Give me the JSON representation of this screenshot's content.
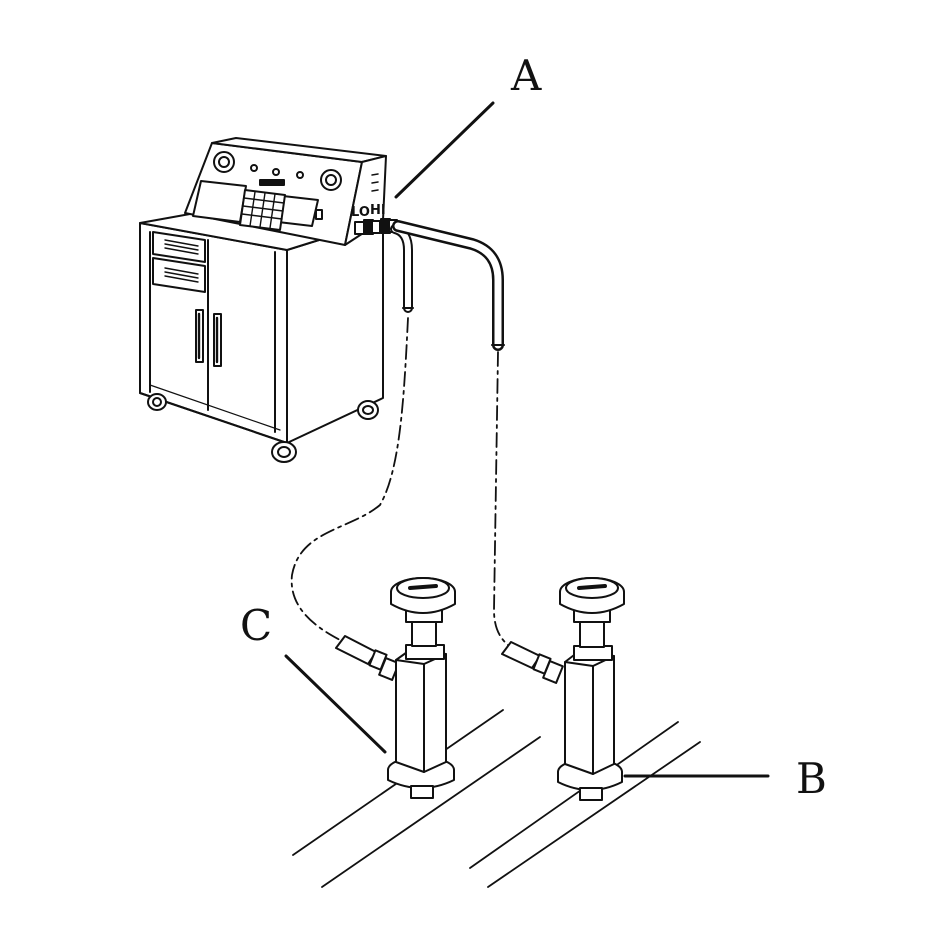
{
  "labels": {
    "a": "A",
    "b": "B",
    "c": "C",
    "lo": "LO",
    "hi": "HI"
  },
  "colors": {
    "ink": "#111111",
    "paper": "#ffffff"
  }
}
